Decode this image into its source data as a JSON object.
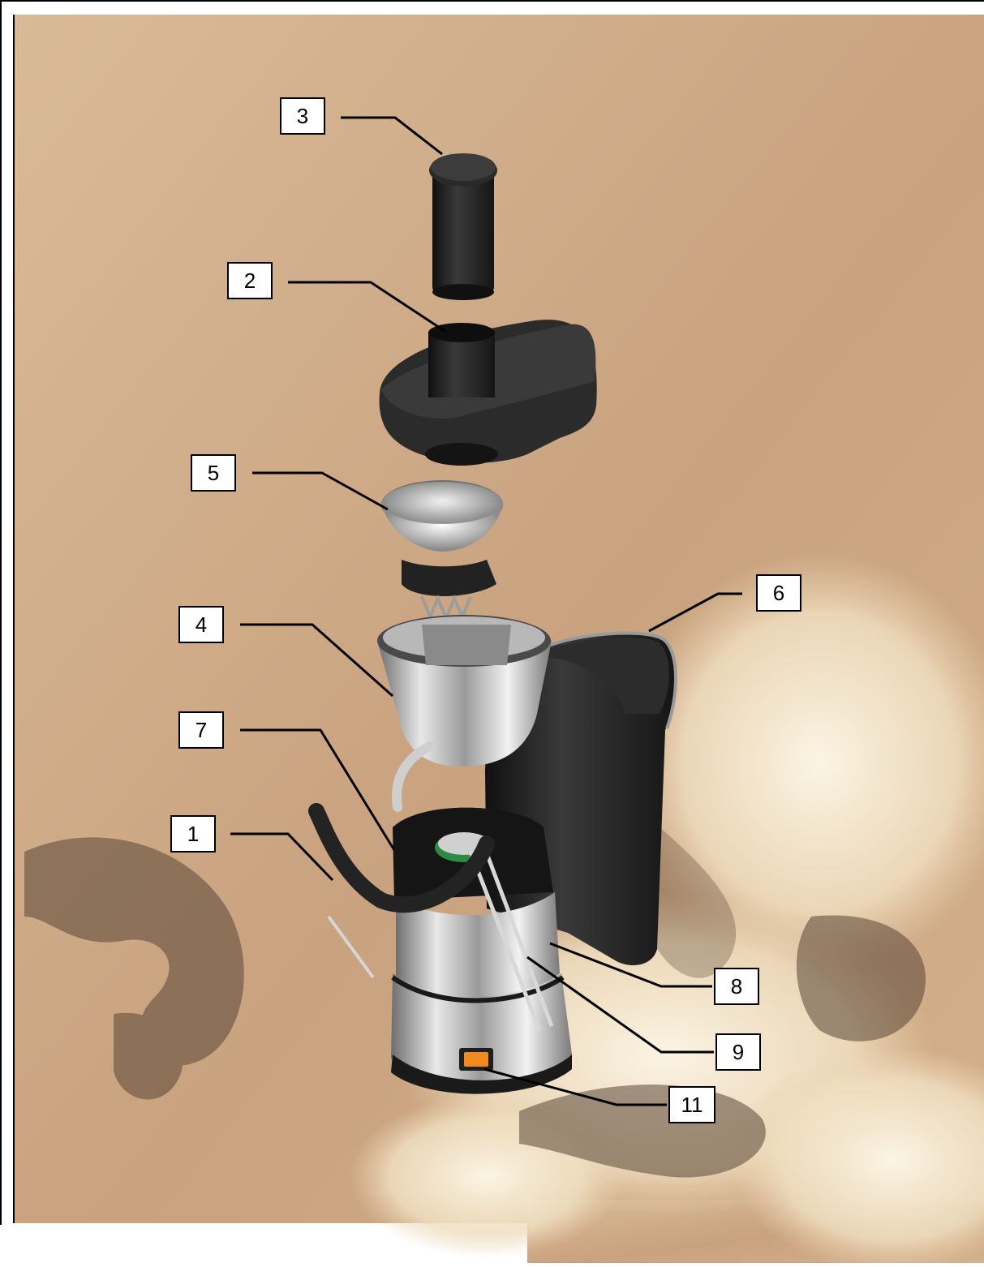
{
  "figure": {
    "background_colors": {
      "sand_light": "#d8b896",
      "sand_dark": "#b88f6c",
      "highlight": "#f6ecd6",
      "shadow": "#5a4636"
    },
    "part_colors": {
      "black_plastic": "#1c1c1c",
      "steel": "#c8c8c8",
      "switch": "#f08a1e"
    }
  },
  "callouts": [
    {
      "number": "3",
      "part": "pusher"
    },
    {
      "number": "2",
      "part": "lid-with-feed-tube"
    },
    {
      "number": "5",
      "part": "filter-basket"
    },
    {
      "number": "6",
      "part": "pulp-container"
    },
    {
      "number": "4",
      "part": "juice-bowl"
    },
    {
      "number": "7",
      "part": "motor-shaft"
    },
    {
      "number": "1",
      "part": "locking-arm"
    },
    {
      "number": "8",
      "part": "motor-housing"
    },
    {
      "number": "9",
      "part": "locking-clip"
    },
    {
      "number": "11",
      "part": "power-switch"
    }
  ]
}
